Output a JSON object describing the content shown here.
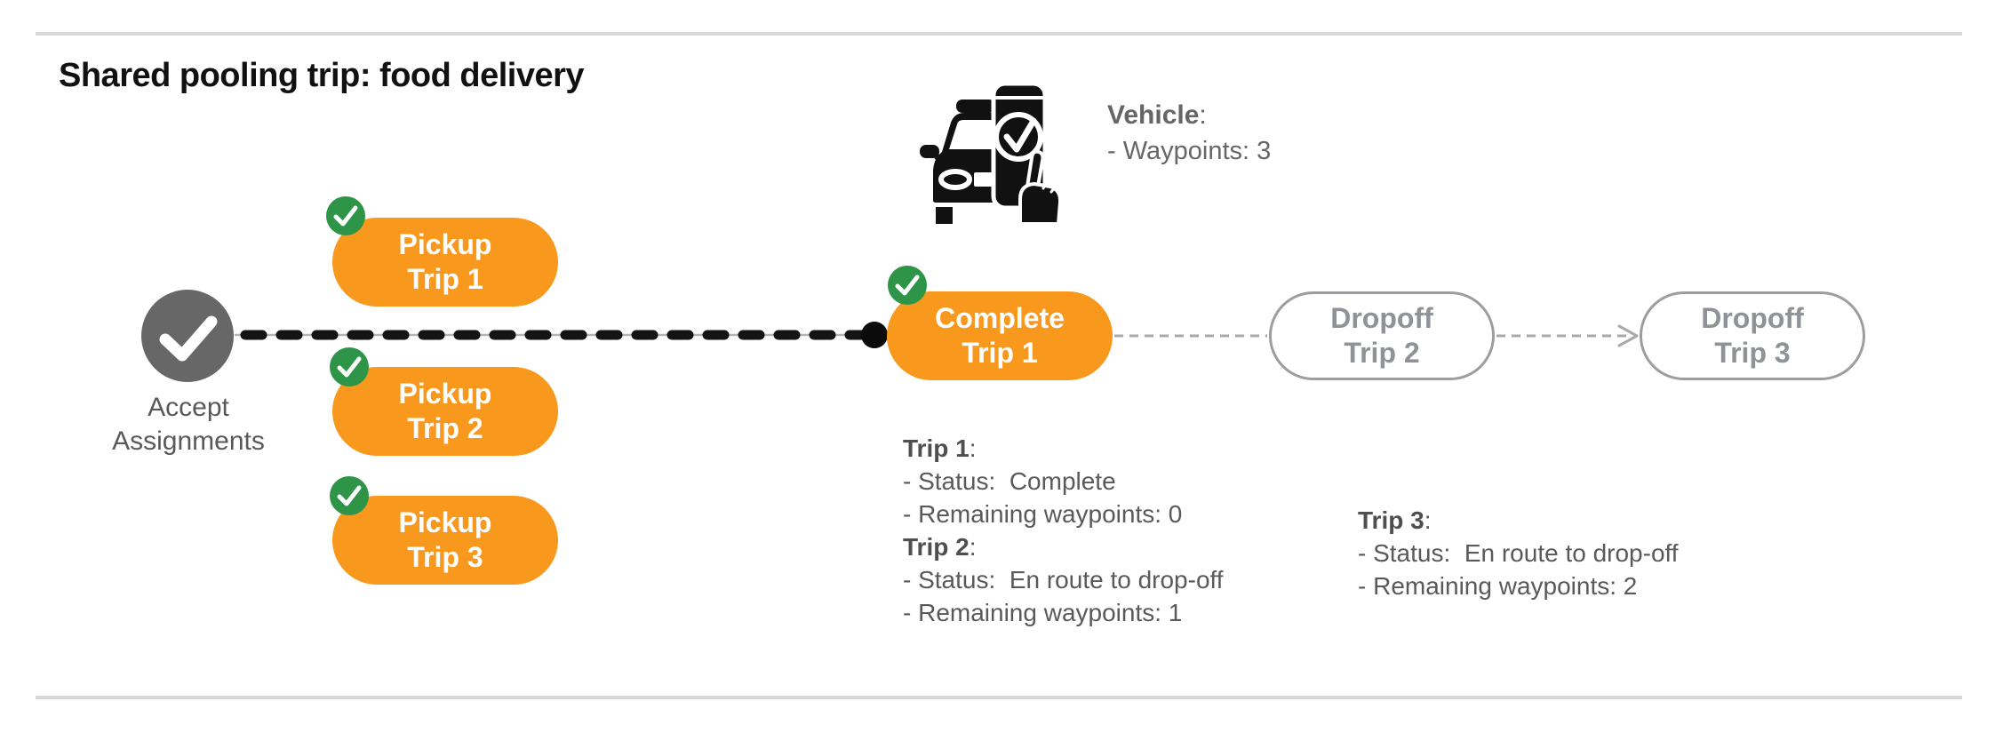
{
  "title": "Shared pooling trip: food delivery",
  "vehicle": {
    "icon": "autonomous-car-phone-check-icon",
    "label": "Vehicle",
    "label_suffix": ":",
    "waypoints": "- Waypoints: 3"
  },
  "flow": {
    "accept": {
      "icon": "check-icon",
      "label_line1": "Accept",
      "label_line2": "Assignments"
    },
    "pickups": [
      {
        "badge_icon": "check-badge-icon",
        "line1": "Pickup",
        "line2": "Trip 1"
      },
      {
        "badge_icon": "check-badge-icon",
        "line1": "Pickup",
        "line2": "Trip 2"
      },
      {
        "badge_icon": "check-badge-icon",
        "line1": "Pickup",
        "line2": "Trip 3"
      }
    ],
    "complete": {
      "badge_icon": "check-badge-icon",
      "line1": "Complete",
      "line2": "Trip 1"
    },
    "dropoffs": [
      {
        "line1": "Dropoff",
        "line2": "Trip 2"
      },
      {
        "line1": "Dropoff",
        "line2": "Trip 3"
      }
    ]
  },
  "trip_details": [
    {
      "heading": "Trip 1",
      "heading_suffix": ":",
      "status": "- Status:  Complete",
      "remaining": "- Remaining waypoints: 0"
    },
    {
      "heading": "Trip 2",
      "heading_suffix": ":",
      "status": "- Status:  En route to drop-off",
      "remaining": "- Remaining waypoints: 1"
    },
    {
      "heading": "Trip 3",
      "heading_suffix": ":",
      "status": "- Status:  En route to drop-off",
      "remaining": "- Remaining waypoints: 2"
    }
  ],
  "colors": {
    "orange": "#F8981D",
    "green": "#2E9447",
    "node_gray": "#676767",
    "text_gray": "#595959",
    "outline_gray": "#9D9D9D",
    "rule_gray": "#D8D8D8",
    "line_black": "#141414"
  }
}
